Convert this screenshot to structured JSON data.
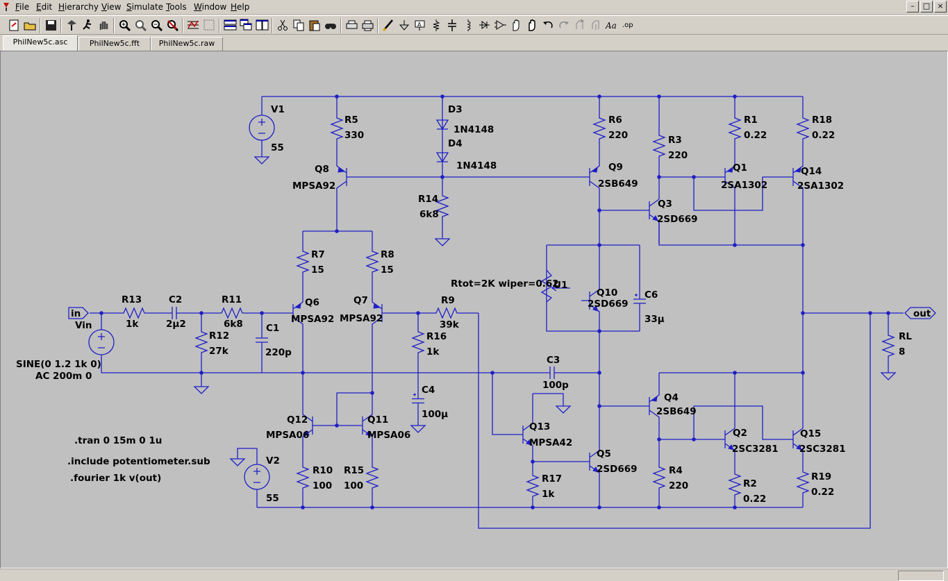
{
  "menus": [
    {
      "key": "F",
      "rest": "ile",
      "name": "file"
    },
    {
      "key": "E",
      "rest": "dit",
      "name": "edit"
    },
    {
      "key": "H",
      "rest": "ierarchy",
      "name": "hierarchy"
    },
    {
      "key": "V",
      "rest": "iew",
      "name": "view"
    },
    {
      "key": "S",
      "rest": "imulate",
      "name": "simulate"
    },
    {
      "key": "T",
      "rest": "ools",
      "name": "tools"
    },
    {
      "key": "W",
      "rest": "indow",
      "name": "window"
    },
    {
      "key": "H",
      "rest": "elp",
      "name": "help"
    }
  ],
  "tabs": [
    {
      "label": "PhilNew5c.asc",
      "active": true
    },
    {
      "label": "PhilNew5c.fft",
      "active": false
    },
    {
      "label": "PhilNew5c.raw",
      "active": false
    }
  ],
  "toolbar_icons": [
    "new-schematic-icon",
    "open-icon",
    "save-icon",
    "control-panel-icon",
    "run-icon",
    "halt-icon",
    "zoom-in-icon",
    "zoom-area-icon",
    "zoom-out-icon",
    "zoom-cancel-icon",
    "autorange-icon",
    "fit-icon",
    "tile-horizontal-icon",
    "cascade-icon",
    "tile-vertical-icon",
    "cut-icon",
    "copy-icon",
    "paste-icon",
    "find-icon",
    "print-setup-icon",
    "print-icon",
    "wire-icon",
    "ground-icon",
    "label-net-icon",
    "resistor-icon",
    "capacitor-icon",
    "inductor-icon",
    "diode-icon",
    "component-icon",
    "move-icon",
    "drag-icon",
    "undo-icon",
    "redo-icon",
    "rotate-icon",
    "mirror-icon",
    "text-icon",
    "spice-directive-icon"
  ],
  "schematic": {
    "ports": {
      "in": "in",
      "out": "out"
    },
    "components": {
      "V1": {
        "ref": "V1",
        "value": "55"
      },
      "V2": {
        "ref": "V2",
        "value": "55"
      },
      "Vin": {
        "ref": "Vin",
        "value1": "SINE(0 1.2 1k 0)",
        "value2": "AC 200m 0"
      },
      "R1": {
        "ref": "R1",
        "value": "0.22"
      },
      "R2": {
        "ref": "R2",
        "value": "0.22"
      },
      "R3": {
        "ref": "R3",
        "value": "220"
      },
      "R4": {
        "ref": "R4",
        "value": "220"
      },
      "R5": {
        "ref": "R5",
        "value": "330"
      },
      "R6": {
        "ref": "R6",
        "value": "220"
      },
      "R7": {
        "ref": "R7",
        "value": "15"
      },
      "R8": {
        "ref": "R8",
        "value": "15"
      },
      "R9": {
        "ref": "R9",
        "value": "39k"
      },
      "R10": {
        "ref": "R10",
        "value": "100"
      },
      "R11": {
        "ref": "R11",
        "value": "6k8"
      },
      "R12": {
        "ref": "R12",
        "value": "27k"
      },
      "R13": {
        "ref": "R13",
        "value": "1k"
      },
      "R14": {
        "ref": "R14",
        "value": "6k8"
      },
      "R15": {
        "ref": "R15",
        "value": "100"
      },
      "R16": {
        "ref": "R16",
        "value": "1k"
      },
      "R17": {
        "ref": "R17",
        "value": "1k"
      },
      "R18": {
        "ref": "R18",
        "value": "0.22"
      },
      "R19": {
        "ref": "R19",
        "value": "0.22"
      },
      "RL": {
        "ref": "RL",
        "value": "8"
      },
      "C1": {
        "ref": "C1",
        "value": "220p"
      },
      "C2": {
        "ref": "C2",
        "value": "2µ2"
      },
      "C3": {
        "ref": "C3",
        "value": "100p"
      },
      "C4": {
        "ref": "C4",
        "value": "100µ"
      },
      "C6": {
        "ref": "C6",
        "value": "33µ"
      },
      "D3": {
        "ref": "D3",
        "value": "1N4148"
      },
      "D4": {
        "ref": "D4",
        "value": "1N4148"
      },
      "Q1": {
        "ref": "Q1",
        "value": "2SA1302"
      },
      "Q2": {
        "ref": "Q2",
        "value": "2SC3281"
      },
      "Q3": {
        "ref": "Q3",
        "value": "2SD669"
      },
      "Q4": {
        "ref": "Q4",
        "value": "2SB649"
      },
      "Q5": {
        "ref": "Q5",
        "value": "2SD669"
      },
      "Q6": {
        "ref": "Q6",
        "value": "MPSA92"
      },
      "Q7": {
        "ref": "Q7",
        "value": "MPSA92"
      },
      "Q8": {
        "ref": "Q8",
        "value": "MPSA92"
      },
      "Q9": {
        "ref": "Q9",
        "value": "2SB649"
      },
      "Q10": {
        "ref": "Q10",
        "value": "2SD669"
      },
      "Q11": {
        "ref": "Q11",
        "value": "MPSA06"
      },
      "Q12": {
        "ref": "Q12",
        "value": "MPSA06"
      },
      "Q13": {
        "ref": "Q13",
        "value": "MPSA42"
      },
      "Q14": {
        "ref": "Q14",
        "value": "2SA1302"
      },
      "Q15": {
        "ref": "Q15",
        "value": "2SC3281"
      },
      "U1": {
        "ref": "U1",
        "value": "Rtot=2K wiper=0.62"
      }
    },
    "directives": [
      ".tran 0 15m 0 1u",
      ".include potentiometer.sub",
      ".fourier 1k v(out)"
    ]
  },
  "colors": {
    "wire": "#1e1ec8",
    "canvas": "#c0c0c0",
    "chrome": "#d4d0c8"
  }
}
